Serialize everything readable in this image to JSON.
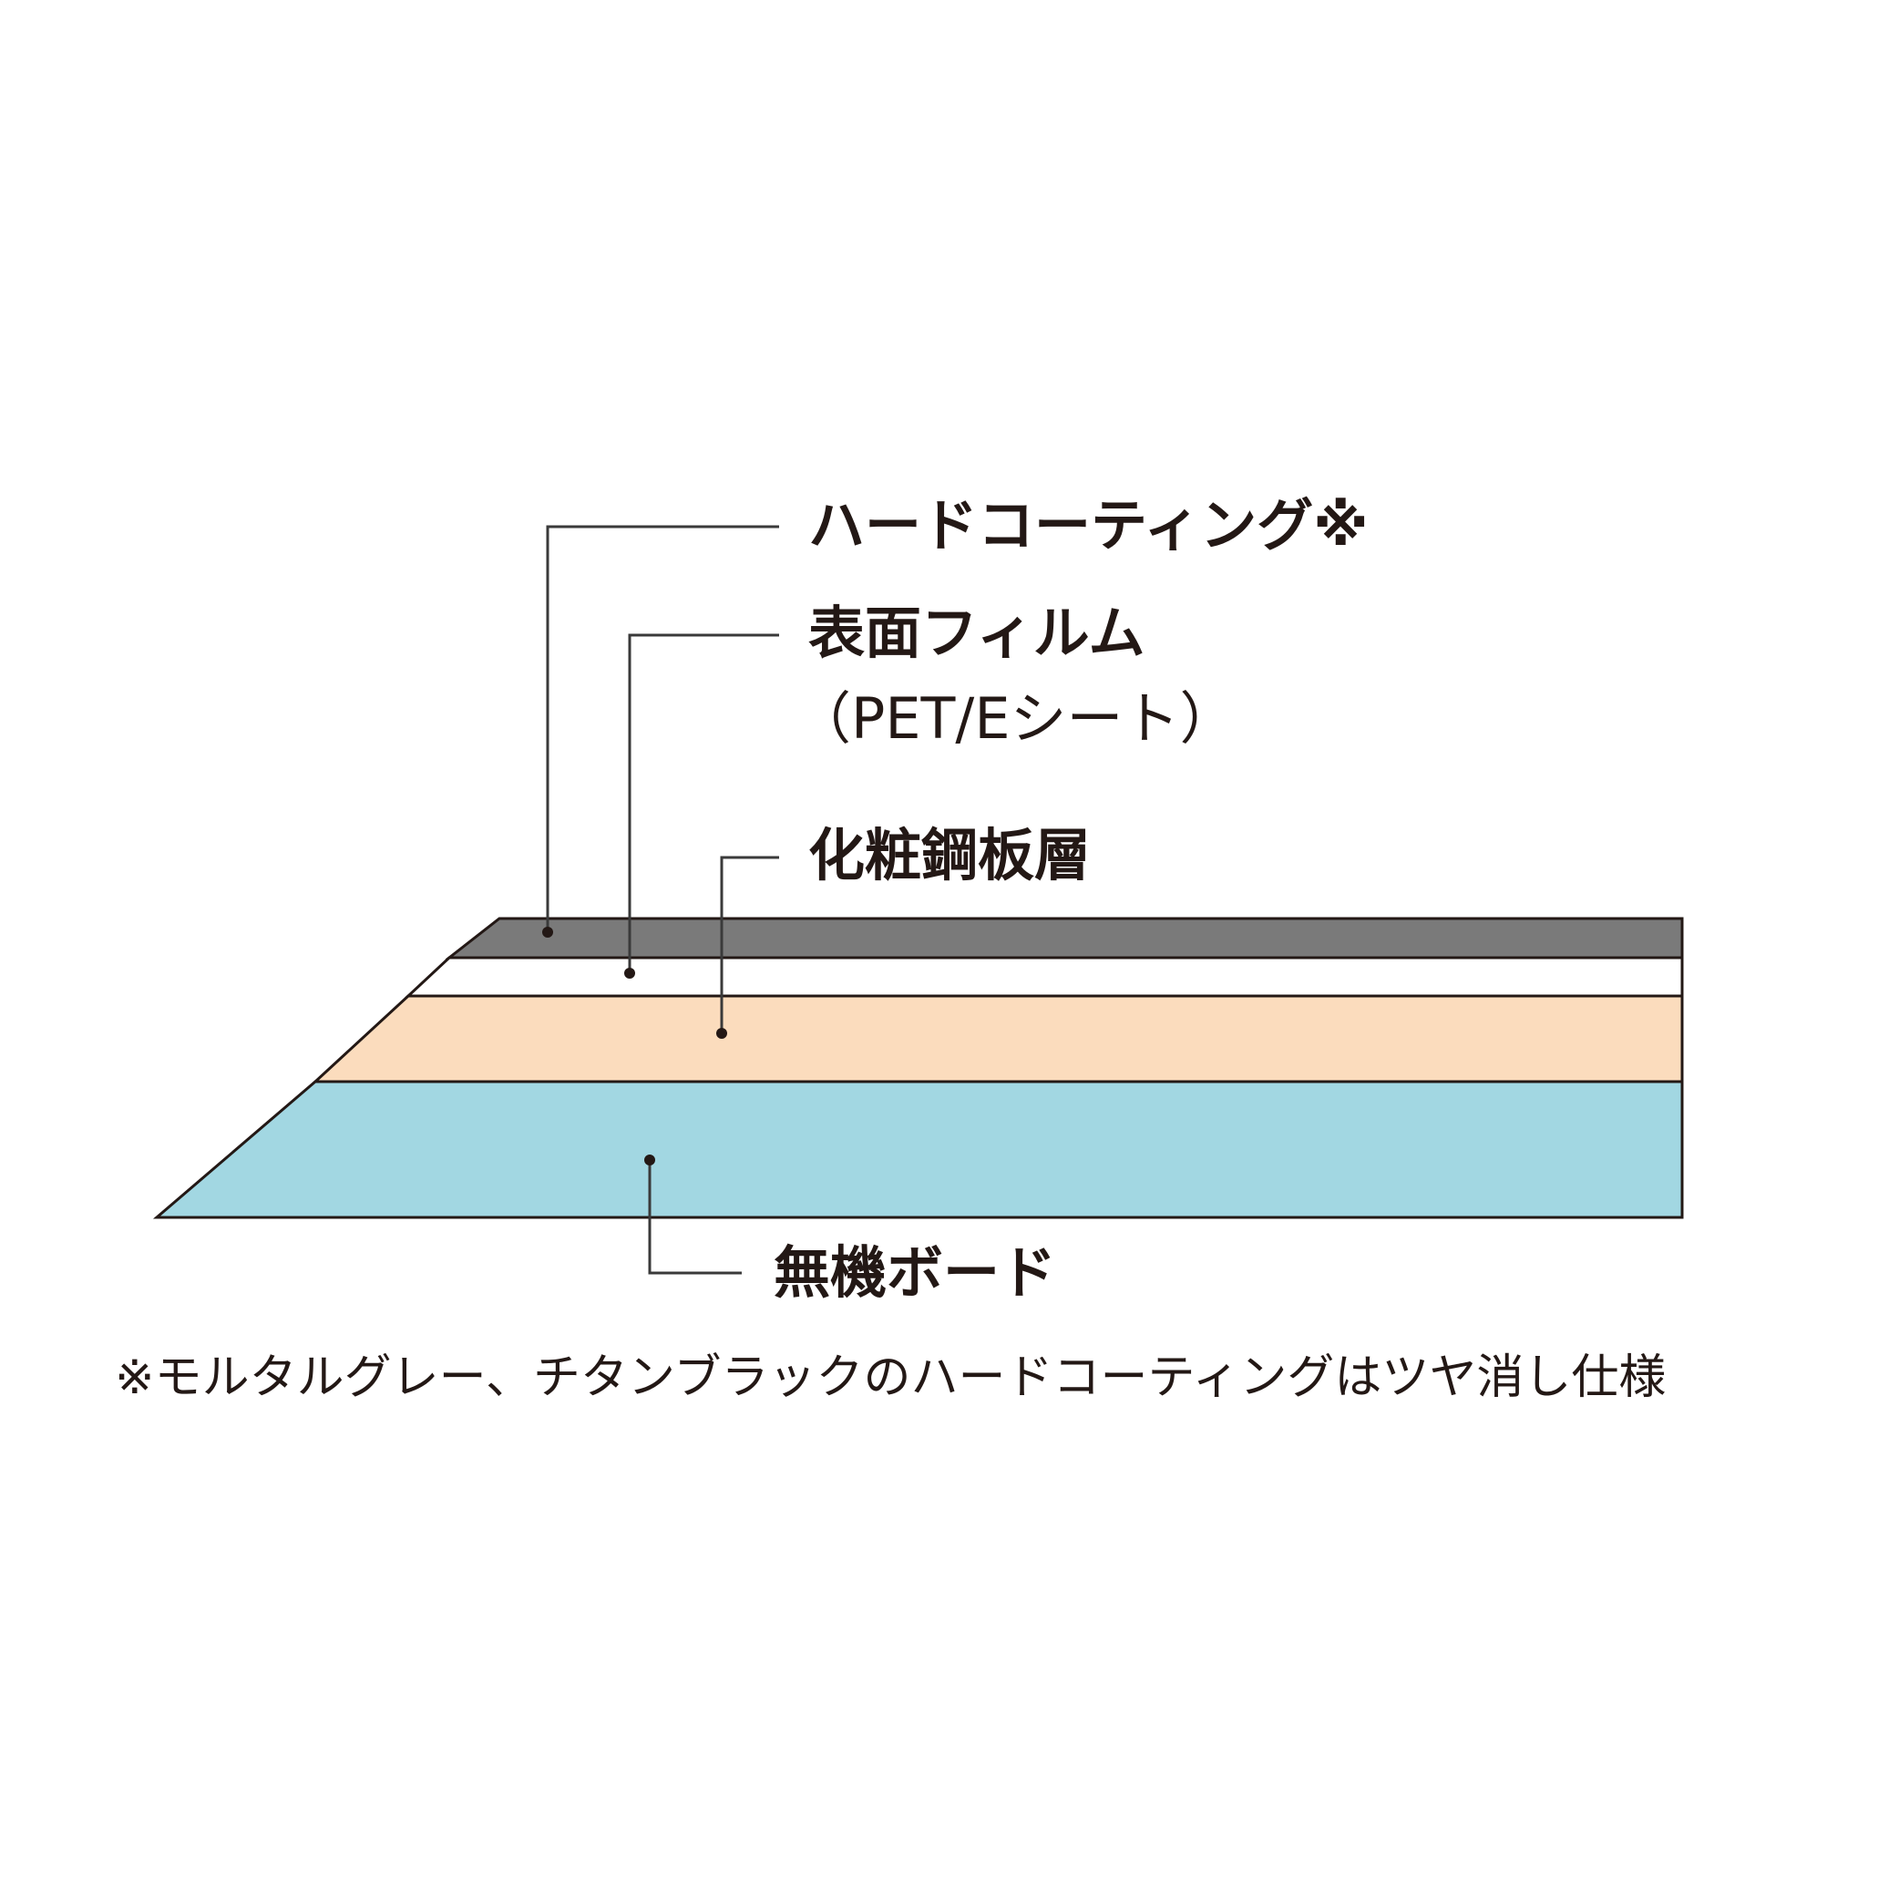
{
  "layers": [
    {
      "id": "hard-coating",
      "label": "ハードコーティング※",
      "color": "#7a7a7a"
    },
    {
      "id": "surface-film",
      "label": "表面フィルム",
      "sublabel": "（PET/Eシート）",
      "color": "#ffffff"
    },
    {
      "id": "decorative-steel",
      "label": "化粧鋼板層",
      "color": "#fbdcbd"
    },
    {
      "id": "inorganic-board",
      "label": "無機ボード",
      "color": "#a2d7e2"
    }
  ],
  "footnote": "※モルタルグレー、チタンブラックのハードコーティングはツヤ消し仕様",
  "colors": {
    "outline": "#231815",
    "leader": "#3a3a3a"
  }
}
